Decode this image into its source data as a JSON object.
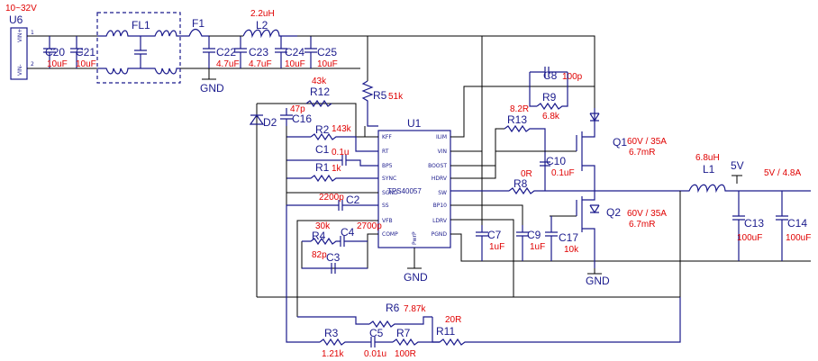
{
  "schematic": {
    "input_voltage": "10~32V",
    "u6": {
      "ref": "U6",
      "pin_pos": "VIN+",
      "pin_neg": "VIN-",
      "pin1": "1",
      "pin2": "2"
    },
    "fl1": "FL1",
    "f1": "F1",
    "l2": {
      "ref": "L2",
      "value": "2.2uH"
    },
    "gnd": "GND",
    "caps": {
      "c20": {
        "ref": "C20",
        "value": "10uF"
      },
      "c21": {
        "ref": "C21",
        "value": "10uF"
      },
      "c22": {
        "ref": "C22",
        "value": "4.7uF"
      },
      "c23": {
        "ref": "C23",
        "value": "4.7uF"
      },
      "c24": {
        "ref": "C24",
        "value": "10uF"
      },
      "c25": {
        "ref": "C25",
        "value": "10uF"
      },
      "c16": {
        "ref": "C16",
        "value": "47p"
      },
      "c1": {
        "ref": "C1",
        "value": "0.1u"
      },
      "c2": {
        "ref": "C2",
        "value": "2200p"
      },
      "c4": {
        "ref": "C4",
        "value": "2700p"
      },
      "c3": {
        "ref": "C3",
        "value": "82p"
      },
      "c5": {
        "ref": "C5",
        "value": "0.01u"
      },
      "c7": {
        "ref": "C7",
        "value": "1uF"
      },
      "c9": {
        "ref": "C9",
        "value": "1uF"
      },
      "c17": {
        "ref": "C17",
        "value": "10k"
      },
      "c10": {
        "ref": "C10",
        "value": "0.1uF"
      },
      "c8": {
        "ref": "C8",
        "value": "100p"
      },
      "c13": {
        "ref": "C13",
        "value": "100uF"
      },
      "c14": {
        "ref": "C14",
        "value": "100uF"
      }
    },
    "res": {
      "r5": {
        "ref": "R5",
        "value": "51k"
      },
      "r12": {
        "ref": "R12",
        "value": "43k"
      },
      "r2": {
        "ref": "R2",
        "value": "143k"
      },
      "r1": {
        "ref": "R1",
        "value": "1k"
      },
      "r4": {
        "ref": "R4",
        "value": "30k"
      },
      "r6": {
        "ref": "R6",
        "value": "7.87k"
      },
      "r3": {
        "ref": "R3",
        "value": "1.21k"
      },
      "r7": {
        "ref": "R7",
        "value": "100R"
      },
      "r11": {
        "ref": "R11",
        "value": "20R"
      },
      "r13": {
        "ref": "R13",
        "value": "8.2R"
      },
      "r9": {
        "ref": "R9",
        "value": "6.8k"
      },
      "r8": {
        "ref": "R8",
        "value": "0R"
      }
    },
    "d2": "D2",
    "u1": {
      "ref": "U1",
      "part": "TPS40057",
      "left_pins": [
        "KFF",
        "RT",
        "BP5",
        "SYNC",
        "SGND",
        "SS",
        "VFB",
        "COMP"
      ],
      "right_pins": [
        "ILIM",
        "VIN",
        "BOOST",
        "HDRV",
        "SW",
        "BP10",
        "LDRV",
        "PGND"
      ],
      "bottom_pin": "PwrP"
    },
    "q1": {
      "ref": "Q1",
      "rating": "60V / 35A",
      "rds": "6.7mR"
    },
    "q2": {
      "ref": "Q2",
      "rating": "60V / 35A",
      "rds": "6.7mR"
    },
    "l1": {
      "ref": "L1",
      "value": "6.8uH"
    },
    "out_net": "5V",
    "output_spec": "5V / 4.8A"
  }
}
